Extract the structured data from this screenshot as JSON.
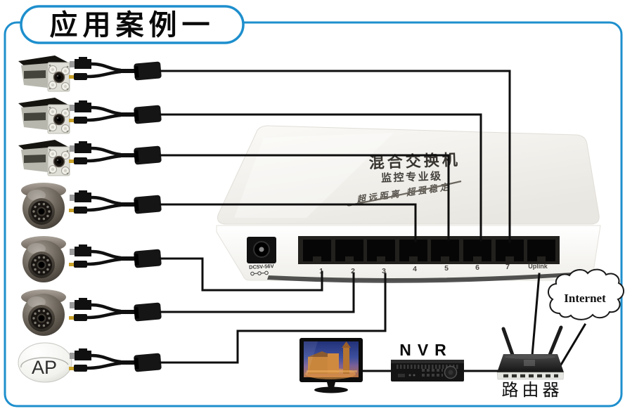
{
  "page": {
    "title": "应用案例一"
  },
  "switch": {
    "label_line1": "混合交换机",
    "label_line2": "监控专业级",
    "slogan": "超远距离 超强稳定",
    "power_label": "DC5V-56V",
    "ports": [
      "1",
      "2",
      "3",
      "4",
      "5",
      "6",
      "7",
      "Uplink"
    ]
  },
  "devices": {
    "ap_label": "AP",
    "nvr_label": "NVR",
    "router_label": "路由器",
    "internet_label": "Internet"
  },
  "connections": [
    {
      "from": "bullet-camera-1",
      "to": "port-7"
    },
    {
      "from": "bullet-camera-2",
      "to": "port-6"
    },
    {
      "from": "bullet-camera-3",
      "to": "port-5"
    },
    {
      "from": "dome-camera-1",
      "to": "port-4"
    },
    {
      "from": "dome-camera-2",
      "to": "port-1"
    },
    {
      "from": "dome-camera-3",
      "to": "port-2"
    },
    {
      "from": "ap",
      "to": "port-3"
    },
    {
      "from": "monitor",
      "to": "nvr"
    },
    {
      "from": "nvr",
      "to": "router"
    },
    {
      "from": "router",
      "to": "uplink-port"
    },
    {
      "from": "router",
      "to": "internet"
    }
  ],
  "colors": {
    "border_blue": "#1e8fcd",
    "cable_black": "#0e0e0e"
  }
}
